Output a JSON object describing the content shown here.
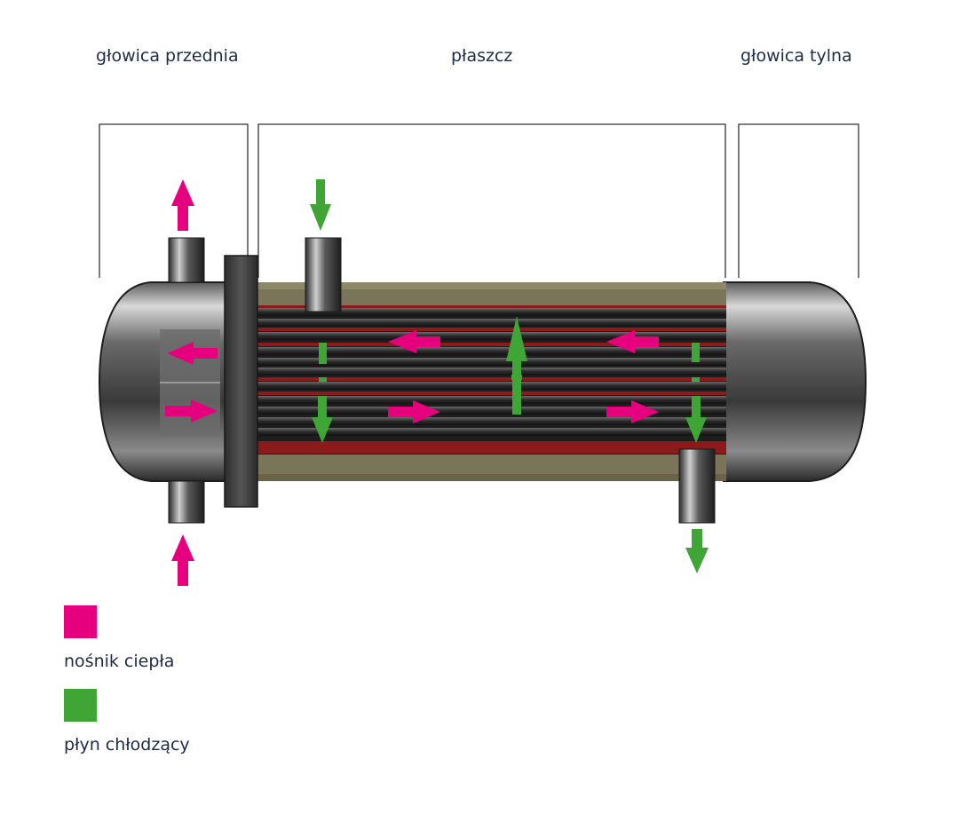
{
  "labels": {
    "front_head": "głowica przednia",
    "shell": "płaszcz",
    "rear_head": "głowica tylna"
  },
  "legend": [
    {
      "label": "nośnik ciepła",
      "color": "#e6007e"
    },
    {
      "label": "płyn chłodzący",
      "color": "#3fa535"
    }
  ],
  "colors": {
    "hot": "#e6007e",
    "cold": "#3fa535",
    "shell_fill": "#7a7558",
    "tube_red": "#8b1a1a",
    "metal": "#3a3a3a"
  }
}
